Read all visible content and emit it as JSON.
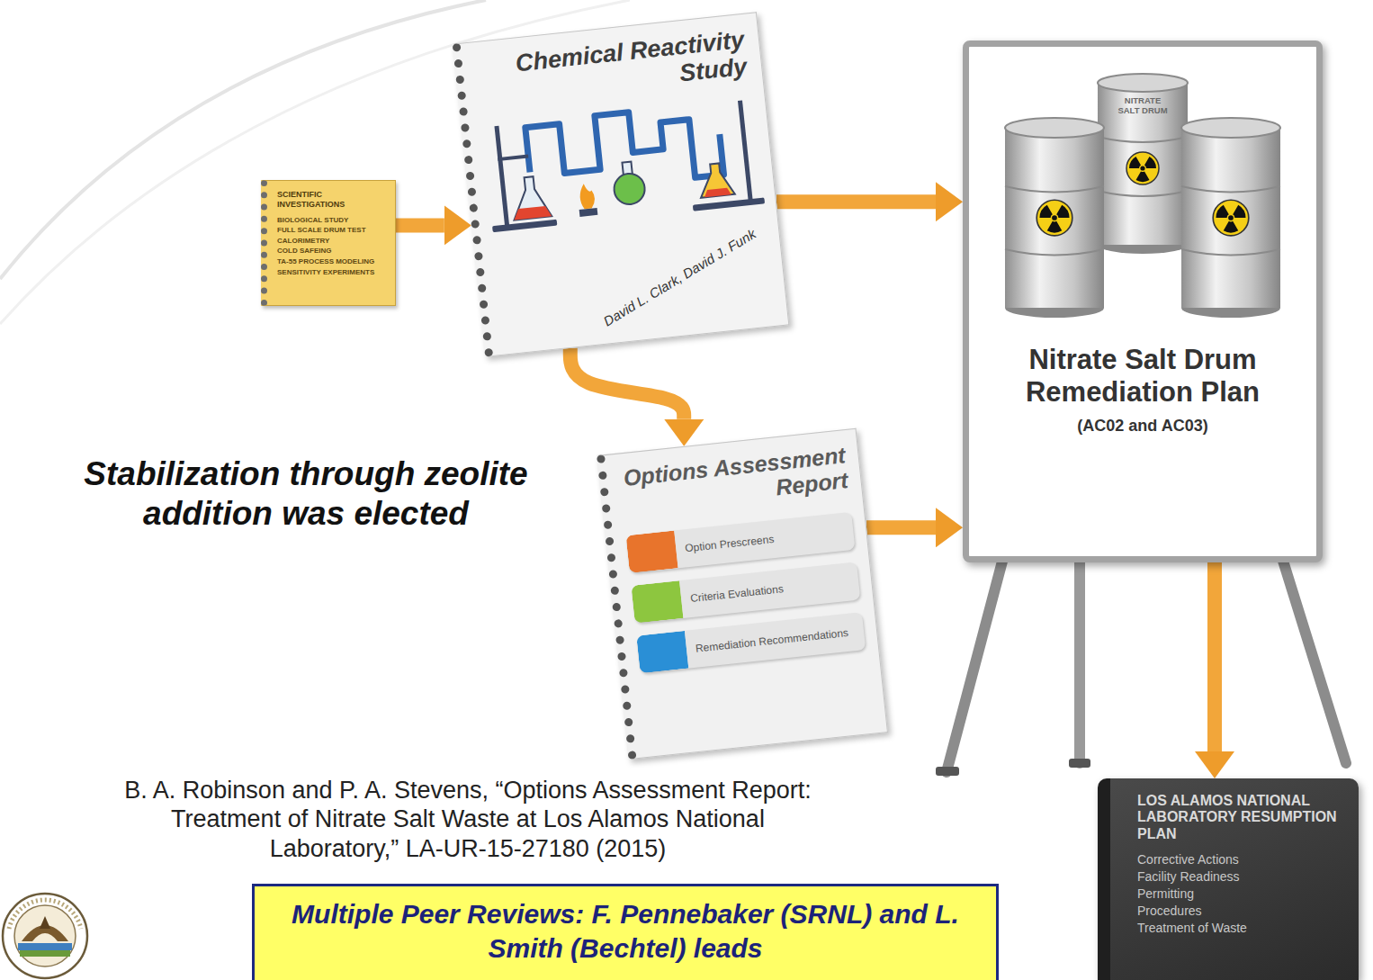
{
  "diagram": {
    "nodes": [
      {
        "text": [
          "SCIENTIFIC INVESTIGATIONS",
          "BIOLOGICAL STUDY",
          "FULL SCALE DRUM TEST",
          "CALORIMETRY",
          "COLD SAFEING",
          "TA-55 PROCESS MODELING",
          "SENSITIVITY EXPERIMENTS"
        ]
      },
      {
        "text": [
          "Chemical Reactivity Study",
          "David L. Clark, David J. Funk"
        ]
      },
      {
        "text": [
          "Options Assessment Report",
          "Option Prescreens",
          "Criteria Evaluations",
          "Remediation Recommendations"
        ]
      },
      {
        "text": [
          "NITRATE SALT DRUM",
          "Nitrate Salt Drum Remediation Plan",
          "(AC02 and AC03)"
        ]
      },
      {
        "text": [
          "LOS ALAMOS NATIONAL LABORATORY RESUMPTION PLAN",
          "Corrective Actions",
          "Facility Readiness",
          "Permitting",
          "Procedures",
          "Treatment of Waste"
        ]
      },
      {
        "text": [
          "Multiple Peer Reviews: F. Pennebaker (SRNL) and L. Smith (Bechtel) leads"
        ]
      }
    ],
    "edges": [
      {
        "from": 0,
        "to": 1,
        "arrow": "to"
      },
      {
        "from": 1,
        "to": 3,
        "arrow": "to"
      },
      {
        "from": 1,
        "to": 2,
        "arrow": "to"
      },
      {
        "from": 2,
        "to": 3,
        "arrow": "to"
      },
      {
        "from": 3,
        "to": 4,
        "arrow": "to"
      }
    ],
    "labels": [
      "Stabilization through zeolite addition was elected",
      "B. A. Robinson and P. A. Stevens, “Options Assessment Report: Treatment of Nitrate Salt Waste at Los Alamos National Laboratory,” LA-UR-15-27180 (2015)"
    ]
  }
}
